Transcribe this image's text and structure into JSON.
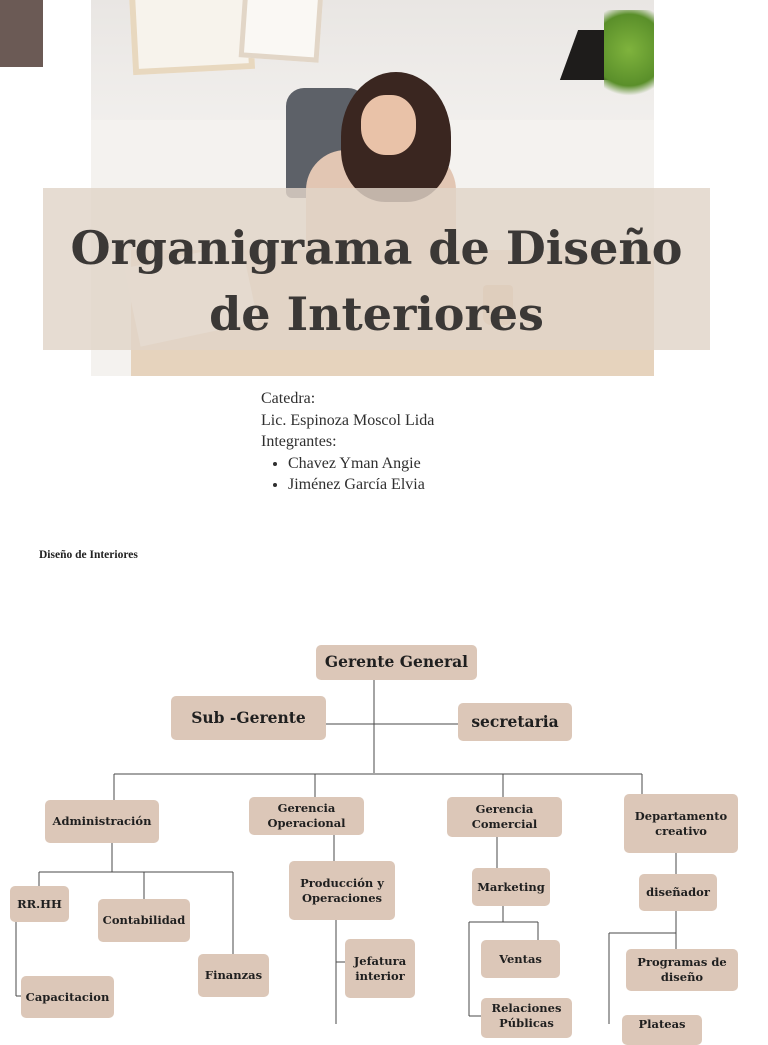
{
  "title": "Organigrama de Diseño de Interiores",
  "info": {
    "catedra_label": "Catedra:",
    "docente": "Lic.  Espinoza Moscol Lida",
    "integrantes_label": "Integrantes:",
    "integrantes": [
      "Chavez Yman Angie",
      "Jiménez García Elvia"
    ]
  },
  "footer_label": "Diseño de Interiores",
  "colors": {
    "box": "#dcc7b8",
    "banner": "#e1d4c8",
    "corner": "#6b5a55",
    "text": "#3b3836"
  },
  "org": {
    "gerente": "Gerente General",
    "subgerente": "Sub -Gerente",
    "secretaria": "secretaria",
    "administracion": "Administración",
    "rrhh": "RR.HH",
    "contabilidad": "Contabilidad",
    "finanzas": "Finanzas",
    "capacitacion": "Capacitacion",
    "gerencia_operacional": "Gerencia Operacional",
    "produccion": "Producción y Operaciones",
    "jefatura": "Jefatura interior",
    "gerencia_comercial": "Gerencia Comercial",
    "marketing": "Marketing",
    "ventas": "Ventas",
    "relaciones": "Relaciones Públicas",
    "departamento": "Departamento creativo",
    "disenador": "diseñador",
    "programas": "Programas de diseño",
    "plateas": "Plateas"
  }
}
